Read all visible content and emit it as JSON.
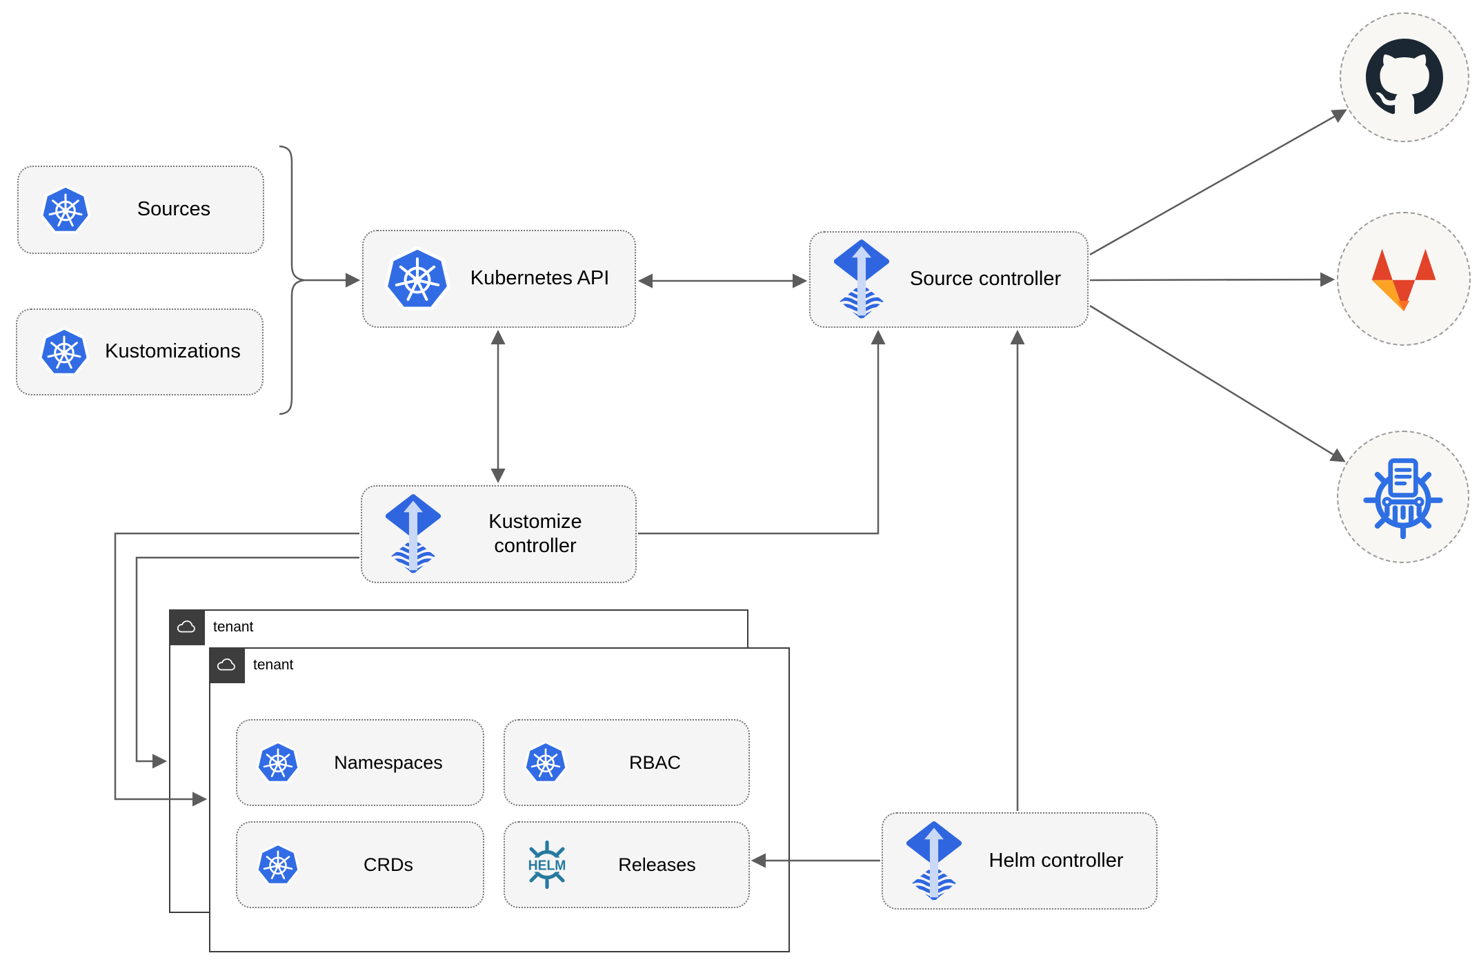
{
  "nodes": {
    "sources": {
      "label": "Sources",
      "icon": "kubernetes-icon"
    },
    "kustomizations": {
      "label": "Kustomizations",
      "icon": "kubernetes-icon"
    },
    "kubernetes_api": {
      "label": "Kubernetes API",
      "icon": "kubernetes-icon"
    },
    "source_controller": {
      "label": "Source controller",
      "icon": "flux-icon"
    },
    "kustomize_controller": {
      "label": "Kustomize controller",
      "icon": "flux-icon"
    },
    "helm_controller": {
      "label": "Helm controller",
      "icon": "flux-icon"
    },
    "tenant_back": {
      "label": "tenant",
      "icon": "cloud-icon"
    },
    "tenant_front": {
      "label": "tenant",
      "icon": "cloud-icon"
    },
    "namespaces": {
      "label": "Namespaces",
      "icon": "kubernetes-icon"
    },
    "rbac": {
      "label": "RBAC",
      "icon": "kubernetes-icon"
    },
    "crds": {
      "label": "CRDs",
      "icon": "kubernetes-icon"
    },
    "releases": {
      "label": "Releases",
      "icon": "helm-icon"
    }
  },
  "external_targets": {
    "github": {
      "icon": "github-icon"
    },
    "gitlab": {
      "icon": "gitlab-icon"
    },
    "registry": {
      "icon": "kubernetes-registry-icon"
    }
  },
  "edges": [
    {
      "from": "sources+kustomizations",
      "to": "kubernetes_api",
      "style": "arrow"
    },
    {
      "from": "kubernetes_api",
      "to": "source_controller",
      "style": "double-arrow"
    },
    {
      "from": "kubernetes_api",
      "to": "kustomize_controller",
      "style": "double-arrow"
    },
    {
      "from": "kustomize_controller",
      "to": "source_controller",
      "style": "arrow"
    },
    {
      "from": "helm_controller",
      "to": "source_controller",
      "style": "arrow"
    },
    {
      "from": "helm_controller",
      "to": "releases",
      "style": "arrow"
    },
    {
      "from": "kustomize_controller",
      "to": "tenant_front",
      "style": "arrow"
    },
    {
      "from": "kustomize_controller",
      "to": "tenant_back",
      "style": "arrow"
    },
    {
      "from": "source_controller",
      "to": "github",
      "style": "arrow"
    },
    {
      "from": "source_controller",
      "to": "gitlab",
      "style": "arrow"
    },
    {
      "from": "source_controller",
      "to": "registry",
      "style": "arrow"
    }
  ],
  "colors": {
    "kubernetes_blue": "#326ce5",
    "flux_blue": "#2f66e0",
    "flux_light_arrow": "#c9d8f6",
    "helm_teal": "#277a9f",
    "github_dark": "#1b2733",
    "gitlab_dark_orange": "#e24329",
    "gitlab_orange": "#fc6d26",
    "gitlab_light_orange": "#fca326",
    "registry_blue": "#2f6fe4",
    "node_fill": "#f5f5f5",
    "line_gray": "#5c5c5c",
    "tenant_border": "#3c3c3c",
    "tenant_badge_bg": "#3d3d3d"
  }
}
